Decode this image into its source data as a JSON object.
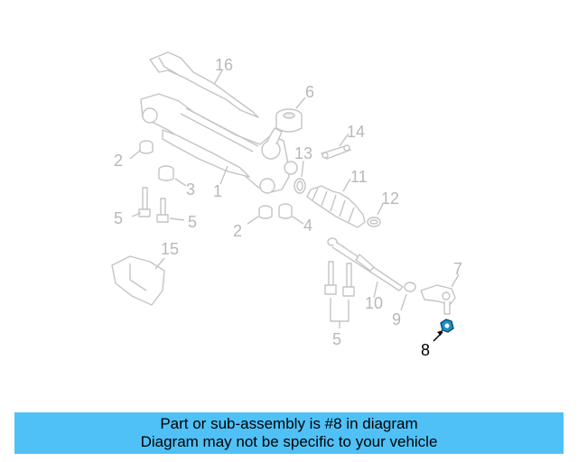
{
  "callouts": [
    "16",
    "6",
    "14",
    "2",
    "13",
    "11",
    "3",
    "1",
    "12",
    "5",
    "5",
    "2",
    "4",
    "15",
    "7",
    "10",
    "9",
    "5",
    "8"
  ],
  "highlight": {
    "part": "8",
    "color": "#1f8fc4"
  },
  "banner": {
    "line1": "Part or sub-assembly is #8 in diagram",
    "line2": "Diagram may not be specific to your vehicle",
    "color": "#4fc1f7"
  }
}
